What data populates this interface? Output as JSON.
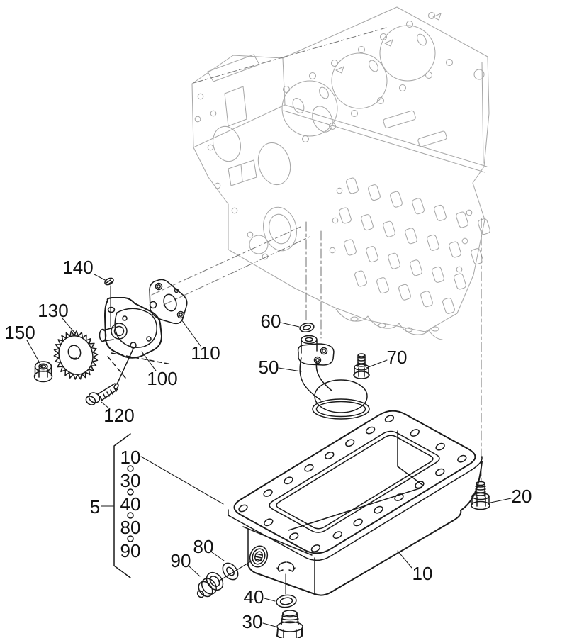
{
  "diagram": {
    "kind": "exploded-parts-diagram",
    "colors": {
      "background": "#ffffff",
      "line": "#1a1a1a",
      "ghost": "#a8a8a8",
      "centerline": "#7e7e7e",
      "label": "#111111"
    },
    "callouts": [
      {
        "id": "140",
        "text": "140"
      },
      {
        "id": "130",
        "text": "130"
      },
      {
        "id": "150",
        "text": "150"
      },
      {
        "id": "110",
        "text": "110"
      },
      {
        "id": "100",
        "text": "100"
      },
      {
        "id": "120",
        "text": "120"
      },
      {
        "id": "60",
        "text": "60"
      },
      {
        "id": "50",
        "text": "50"
      },
      {
        "id": "70",
        "text": "70"
      },
      {
        "id": "20",
        "text": "20"
      },
      {
        "id": "10",
        "text": "10"
      },
      {
        "id": "80",
        "text": "80"
      },
      {
        "id": "90",
        "text": "90"
      },
      {
        "id": "40",
        "text": "40"
      },
      {
        "id": "30",
        "text": "30"
      }
    ],
    "group": {
      "label": "5",
      "items": [
        "10",
        "30",
        "40",
        "80",
        "90"
      ],
      "bullet": "•"
    }
  }
}
